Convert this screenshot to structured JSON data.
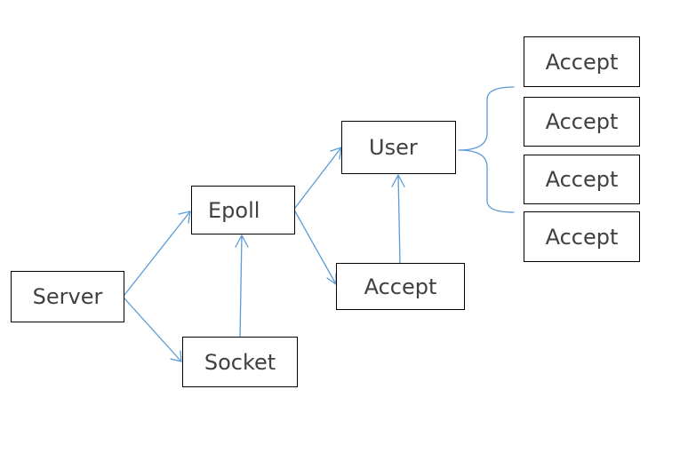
{
  "nodes": {
    "server": "Server",
    "epoll": "Epoll",
    "socket": "Socket",
    "user": "User",
    "accept": "Accept",
    "accept_list": [
      "Accept",
      "Accept",
      "Accept",
      "Accept"
    ]
  },
  "colors": {
    "connector": "#5b9bd5",
    "border": "#000000",
    "text": "#404040"
  }
}
